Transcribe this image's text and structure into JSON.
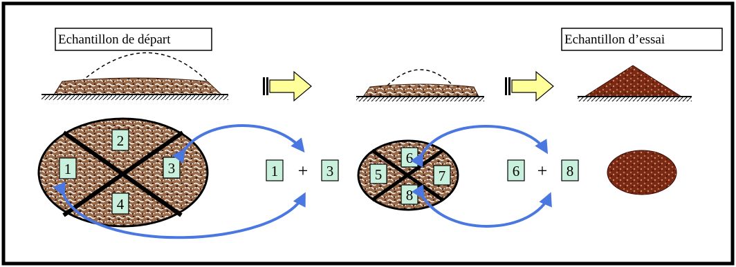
{
  "titles": {
    "start_sample": "Echantillon de départ",
    "test_sample": "Echantillon d’essai"
  },
  "first_quartering": {
    "q_top": "2",
    "q_left": "1",
    "q_right": "3",
    "q_bottom": "4"
  },
  "first_combination": {
    "a": "1",
    "plus": "+",
    "b": "3"
  },
  "second_quartering": {
    "q_top": "6",
    "q_left": "5",
    "q_right": "7",
    "q_bottom": "8"
  },
  "second_combination": {
    "a": "6",
    "plus": "+",
    "b": "8"
  },
  "colors": {
    "frame": "#000000",
    "sample_fill": "#8a5a3a",
    "sample_dark": "#5a2c16",
    "final_fill": "#7a2a14",
    "quarter_box": "#c8f0dc",
    "arrow_fill": "#ffff99",
    "curve": "#4a78e0"
  }
}
